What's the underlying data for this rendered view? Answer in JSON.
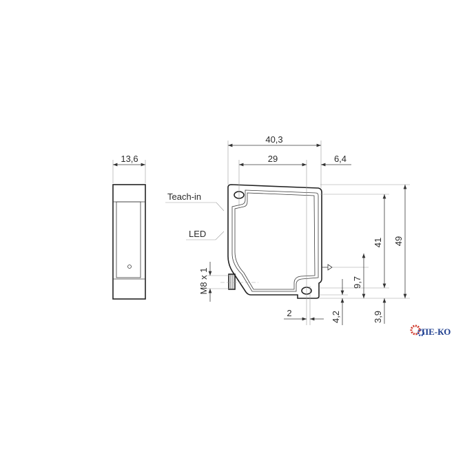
{
  "dimensions": {
    "side_width": "13,6",
    "overall_width": "40,3",
    "hole_spacing_width": "29",
    "right_offset": "6,4",
    "overall_height": "49",
    "hole_spacing_height": "41",
    "bottom_offset_right": "3,9",
    "optical_axis_height": "9,7",
    "hole_offset_bottom": "4,2",
    "hole_offset_x": "2"
  },
  "labels": {
    "teach_in": "Teach-in",
    "led": "LED",
    "connector": "M8 x 1"
  },
  "logo": {
    "text": "ПЕ-КО",
    "color": "#1f3f8f",
    "gear_color": "#d0392b"
  }
}
